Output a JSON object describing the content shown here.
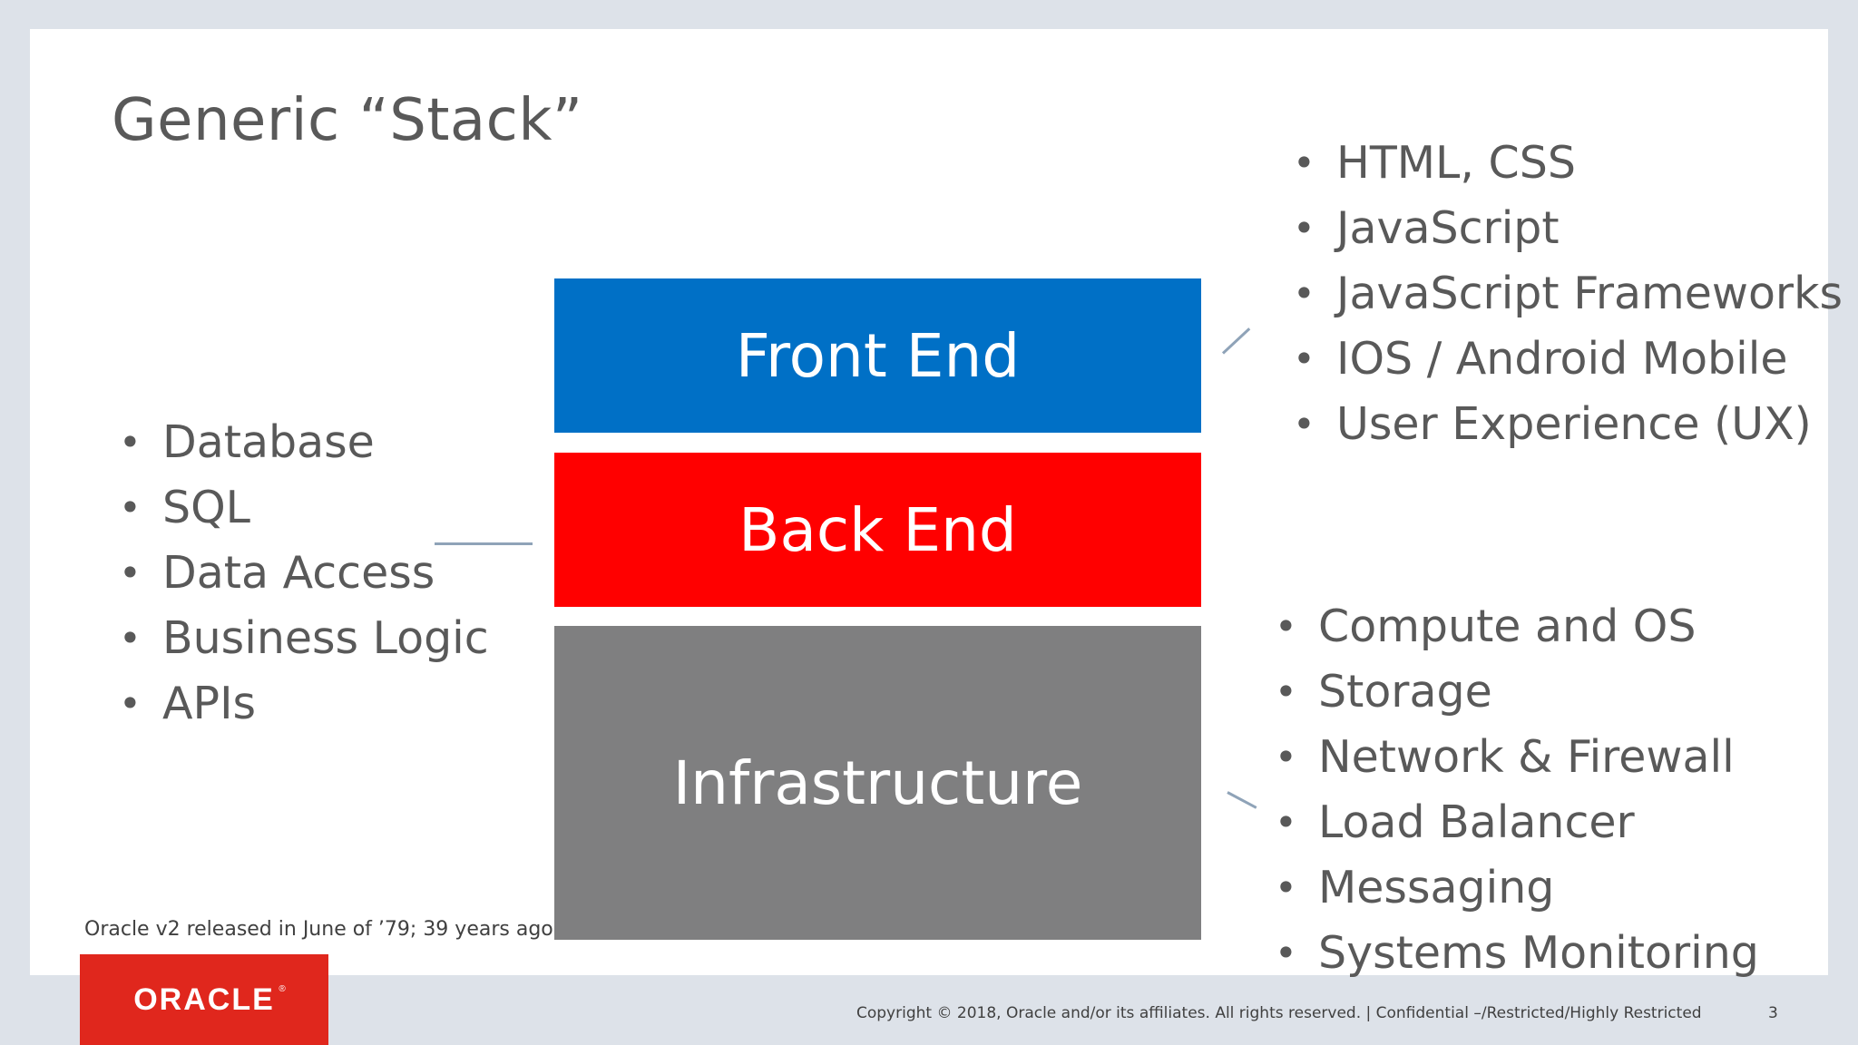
{
  "slide": {
    "title": "Generic “Stack”",
    "stack": {
      "front_end": {
        "label": "Front End",
        "color": "#0070c6"
      },
      "back_end": {
        "label": "Back End",
        "color": "#ff0000"
      },
      "infrastructure": {
        "label": "Infrastructure",
        "color": "#7f7f80"
      }
    },
    "back_end_items": [
      "Database",
      "SQL",
      "Data Access",
      "Business Logic",
      "APIs"
    ],
    "front_end_items": [
      "HTML, CSS",
      "JavaScript",
      "JavaScript Frameworks",
      "IOS / Android Mobile",
      "User Experience (UX)"
    ],
    "infrastructure_items": [
      "Compute and OS",
      "Storage",
      "Network & Firewall",
      "Load Balancer",
      "Messaging",
      "Systems Monitoring"
    ],
    "bullet": "•",
    "footnote": "Oracle v2 released in June of ’79; 39 years ago"
  },
  "footer": {
    "logo_text": "ORACLE",
    "logo_reg": "®",
    "logo_color": "#e0271d",
    "copyright": "Copyright © 2018, Oracle and/or its affiliates. All rights reserved.  |  Confidential –/Restricted/Highly Restricted",
    "page_number": "3"
  }
}
